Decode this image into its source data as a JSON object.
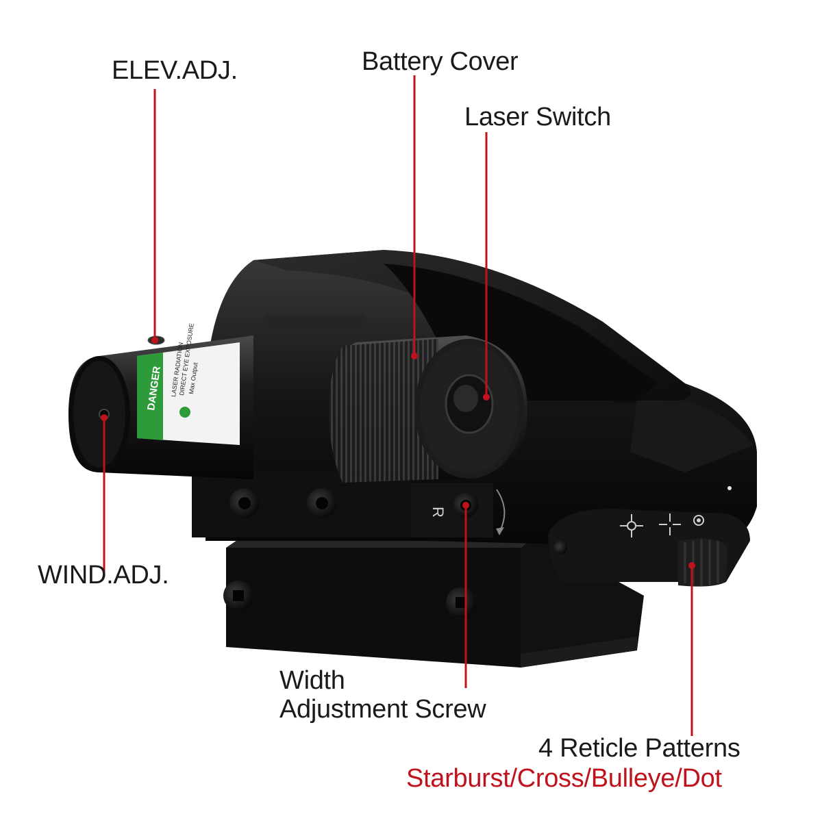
{
  "callouts": {
    "elev_adj": "ELEV.ADJ.",
    "battery_cover": "Battery Cover",
    "laser_switch": "Laser Switch",
    "wind_adj": "WIND.ADJ.",
    "width_screw_line1": "Width",
    "width_screw_line2": "Adjustment Screw",
    "reticle_title": "4 Reticle Patterns",
    "reticle_types": "Starburst/Cross/Bulleye/Dot"
  },
  "device": {
    "warning_label": {
      "danger_text": "DANGER",
      "line1": "LASER RADIATION",
      "line2": "DIRECT EYE EXPOSURE",
      "line3": "Max Output"
    },
    "windage_mark": "R"
  },
  "colors": {
    "callout_line": "#c0121c",
    "accent_text": "#c0121c",
    "body": "#141414",
    "label_green": "#2e9b3a"
  }
}
